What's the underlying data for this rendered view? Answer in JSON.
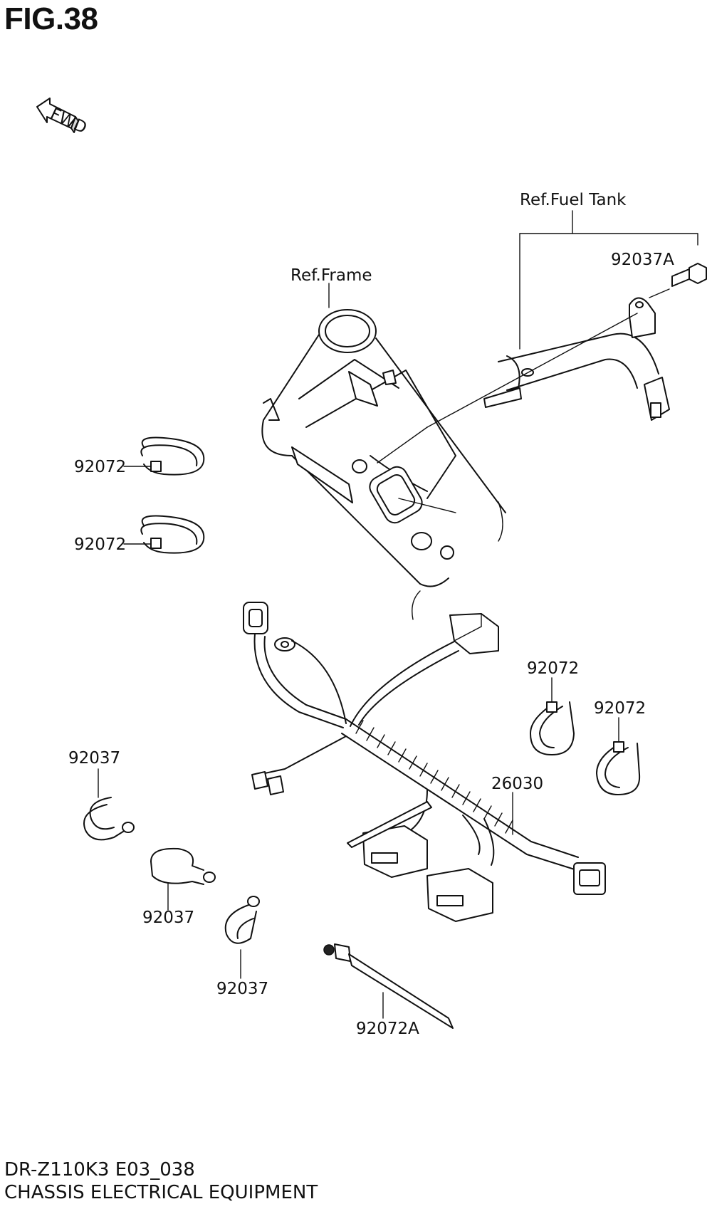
{
  "figure": {
    "title": "FIG.38"
  },
  "direction_badge": {
    "label": "FWD"
  },
  "references": {
    "fuel_tank": "Ref.Fuel Tank",
    "frame": "Ref.Frame"
  },
  "parts": {
    "p92037A": "92037A",
    "p92072_left_top": "92072",
    "p92072_left_bottom": "92072",
    "p92072_right_top": "92072",
    "p92072_right_bottom": "92072",
    "p26030": "26030",
    "p92037_left": "92037",
    "p92037_mid": "92037",
    "p92037_low": "92037",
    "p92072A": "92072A"
  },
  "footer": {
    "model_code": "DR-Z110K3 E03_038",
    "section_name": "CHASSIS ELECTRICAL EQUIPMENT"
  }
}
